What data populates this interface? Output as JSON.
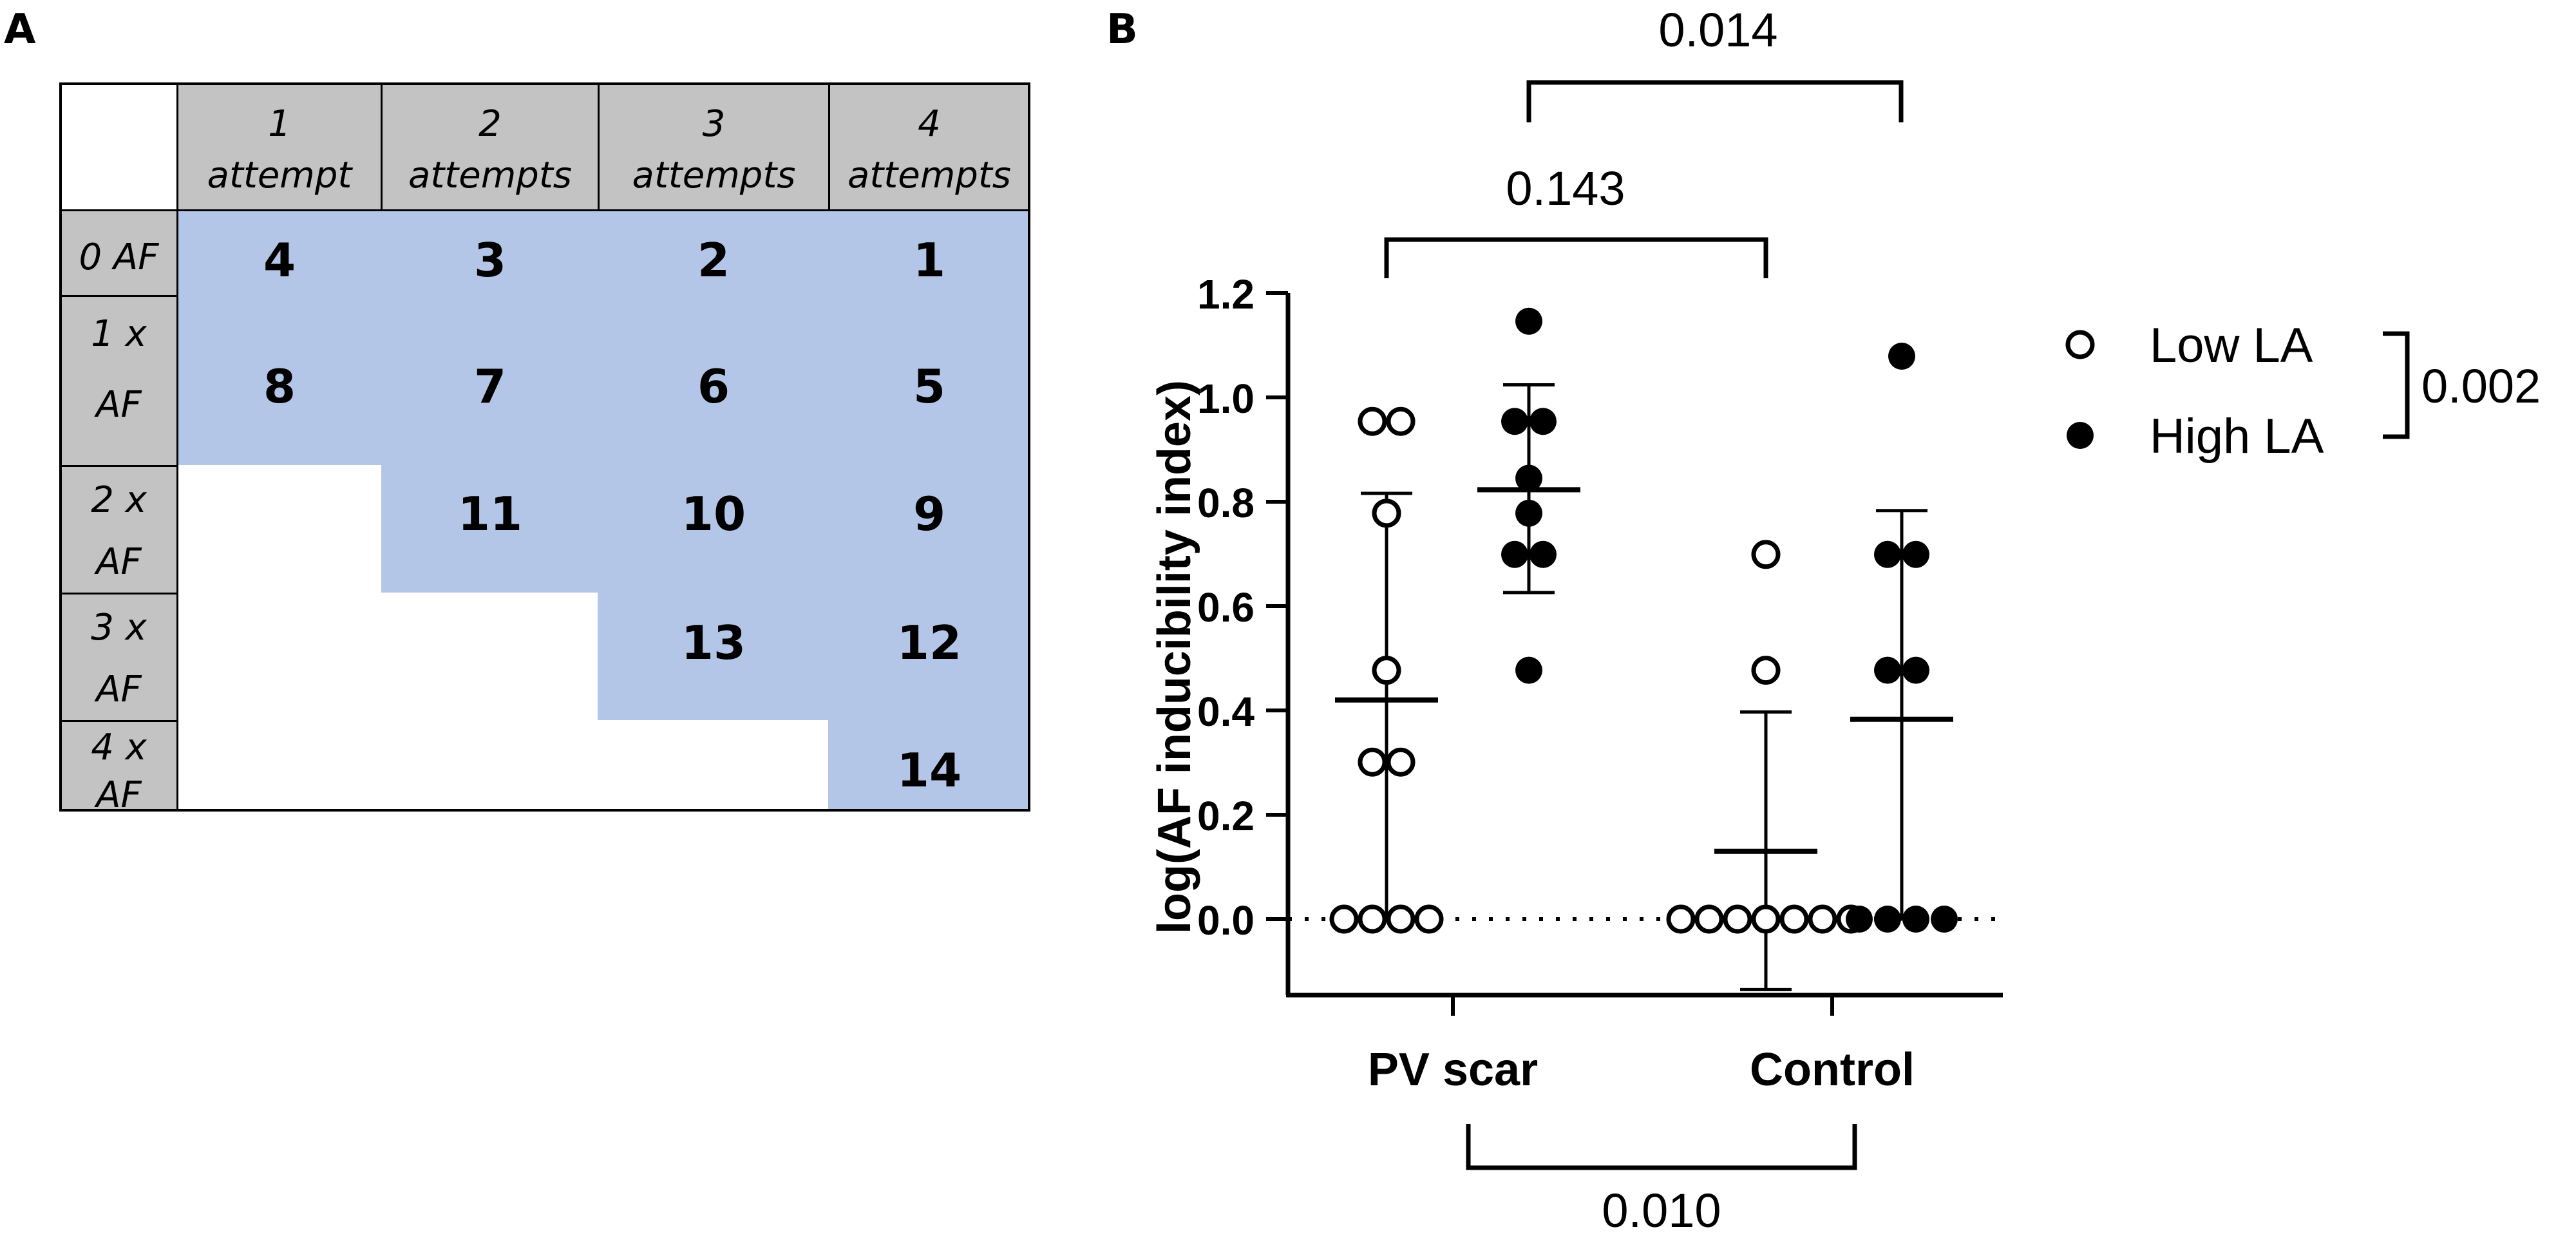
{
  "panel_a": {
    "label": "A",
    "column_headers": [
      {
        "line1": "1",
        "line2": "attempt"
      },
      {
        "line1": "2",
        "line2": "attempts"
      },
      {
        "line1": "3",
        "line2": "attempts"
      },
      {
        "line1": "4",
        "line2": "attempts"
      }
    ],
    "row_headers": [
      {
        "line1": "0 AF",
        "line2": ""
      },
      {
        "line1": "1 x",
        "line2": "AF"
      },
      {
        "line1": "2 x",
        "line2": "AF"
      },
      {
        "line1": "3 x",
        "line2": "AF"
      },
      {
        "line1": "4 x",
        "line2": "AF"
      }
    ],
    "cells": [
      [
        "4",
        "3",
        "2",
        "1"
      ],
      [
        "8",
        "7",
        "6",
        "5"
      ],
      [
        "",
        "11",
        "10",
        "9"
      ],
      [
        "",
        "",
        "13",
        "12"
      ],
      [
        "",
        "",
        "",
        "14"
      ]
    ]
  },
  "panel_b": {
    "label": "B"
  },
  "colors": {
    "cell_fill": "#b4c6e7",
    "header_fill": "#c3c3c3",
    "ink": "#000000"
  },
  "chart_data": {
    "type": "scatter",
    "ylabel": "log(AF inducibility index)",
    "ylim": [
      -0.15,
      1.2
    ],
    "yticks": [
      "0.0",
      "0.2",
      "0.4",
      "0.6",
      "0.8",
      "1.0",
      "1.2"
    ],
    "categories": [
      "PV scar",
      "Control"
    ],
    "reference_line_y": 0,
    "series": [
      {
        "name": "Low LA",
        "marker": "open-circle",
        "groups": [
          {
            "category": "PV scar",
            "values": [
              0.954,
              0.954,
              0.778,
              0.477,
              0.301,
              0.301,
              0,
              0,
              0,
              0
            ],
            "mean": 0.42,
            "sd_low": 0.0,
            "sd_high": 0.816
          },
          {
            "category": "Control",
            "values": [
              0.699,
              0.477,
              0,
              0,
              0,
              0,
              0,
              0,
              0
            ],
            "mean": 0.13,
            "sd_low": -0.135,
            "sd_high": 0.397
          }
        ]
      },
      {
        "name": "High LA",
        "marker": "filled-circle",
        "groups": [
          {
            "category": "PV scar",
            "values": [
              1.146,
              0.954,
              0.954,
              0.845,
              0.778,
              0.699,
              0.699,
              0.477
            ],
            "mean": 0.823,
            "sd_low": 0.626,
            "sd_high": 1.024
          },
          {
            "category": "Control",
            "values": [
              1.079,
              0.699,
              0.699,
              0.477,
              0.477,
              0,
              0,
              0,
              0
            ],
            "mean": 0.383,
            "sd_low": 0.0,
            "sd_high": 0.783
          }
        ]
      }
    ],
    "comparisons": [
      {
        "p": "0.014",
        "between": "PV scar High LA vs Control High LA"
      },
      {
        "p": "0.143",
        "between": "PV scar Low LA vs Control Low LA"
      },
      {
        "p": "0.010",
        "between": "PV scar vs Control"
      },
      {
        "p": "0.002",
        "between": "Low LA vs High LA"
      }
    ],
    "legend": [
      {
        "label": "Low LA",
        "marker": "open-circle"
      },
      {
        "label": "High LA",
        "marker": "filled-circle"
      }
    ],
    "legend_position": "right"
  }
}
